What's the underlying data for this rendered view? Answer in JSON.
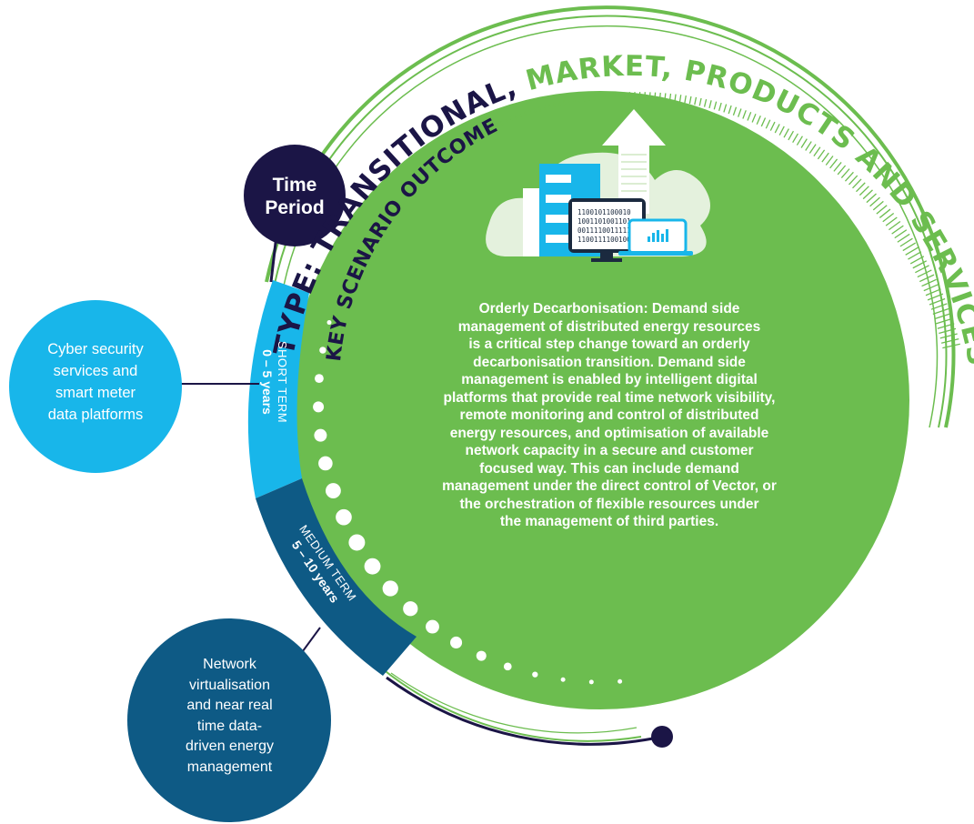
{
  "title": {
    "part1": "TYPE: TRANSITIONAL, ",
    "part2": "MARKET, PRODUCTS AND SERVICES"
  },
  "key_outcome_label": "KEY SCENARIO OUTCOME",
  "time_period": [
    "Time",
    "Period"
  ],
  "short_term": {
    "label": "SHORT TERM",
    "range": "0 – 5 years"
  },
  "medium_term": {
    "label": "MEDIUM TERM",
    "range": "5 – 10 years"
  },
  "short_term_item": [
    "Cyber security",
    "services and",
    "smart meter",
    "data platforms"
  ],
  "medium_term_item": [
    "Network",
    "virtualisation",
    "and near real",
    "time data-",
    "driven energy",
    "management"
  ],
  "outcome_lines": [
    "Orderly Decarbonisation: Demand side",
    "management of distributed energy resources",
    "is a critical step change toward an orderly",
    "decarbonisation transition. Demand side",
    "management is enabled by intelligent digital",
    "platforms that provide real time network visibility,",
    "remote monitoring and control of distributed",
    "energy resources, and optimisation of available",
    "network capacity in a secure and customer",
    "focused way. This can include demand",
    "management under the direct control of Vector, or",
    "the orchestration of flexible resources under",
    "the management of third parties."
  ],
  "binary_lines": [
    "1100101100010",
    "1001101001101",
    "0011110011111",
    "1100111100100"
  ],
  "colors": {
    "green": "#6cbd4f",
    "navy": "#1b1546",
    "light_blue": "#18b6ea",
    "dark_teal": "#0e5a85",
    "cloud": "#e4f1dd"
  }
}
